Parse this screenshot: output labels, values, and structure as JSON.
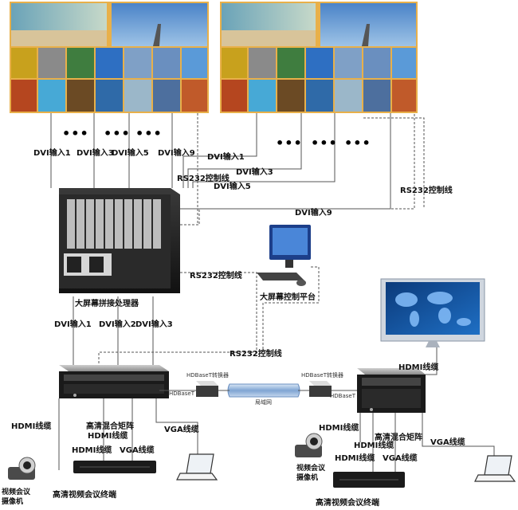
{
  "wall": {
    "dots": "•••"
  },
  "labels": {
    "dvi_in_1_top": "DVI输入1",
    "dvi_in_3_top": "DVI输入3",
    "dvi_in_5_top": "DVI输入5",
    "dvi_in_9_top": "DVI输入9",
    "dvi_in_1_right": "DVI输入1",
    "rs232_proc": "RS232控制线",
    "dvi_in_3_right": "DVI输入3",
    "dvi_in_5_right": "DVI输入5",
    "rs232_right": "RS232控制线",
    "dvi_in_9_right": "DVI输入9",
    "rs232_pc": "RS232控制线",
    "processor": "大屏幕拼接处理器",
    "control_platform": "大屏幕控制平台",
    "dvi_in_1_bottom": "DVI输入1",
    "dvi_in_2_bottom": "DVI输入2",
    "dvi_in_3_bottom": "DVI输入3",
    "rs232_matrix": "RS232控制线",
    "hdmi_cable_monitor": "HDMI线缆",
    "hdbaset_converter_left": "HDBaseT转换器",
    "hdbaset_converter_right": "HDBaseT转换器",
    "hdbaset_left": "HDBaseT",
    "hdbaset_right": "HDBaseT",
    "lan": "局域网",
    "hdmi_cable_left_cam": "HDMI线缆",
    "matrix_left": "高清混合矩阵",
    "hdmi_cable_left_mid": "HDMI线缆",
    "hdmi_cable_left_term": "HDMI线缆",
    "vga_cable_left_mid": "VGA线缆",
    "vga_cable_left_laptop": "VGA线缆",
    "camera_left": "视频会议\n摄像机",
    "terminal_left": "高清视频会议终端",
    "hdmi_cable_right_cam": "HDMI线缆",
    "matrix_right": "高清混合矩阵",
    "hdmi_cable_right_mid": "HDMI线缆",
    "hdmi_cable_right_term": "HDMI线缆",
    "vga_cable_right_mid": "VGA线缆",
    "vga_cable_right_laptop": "VGA线缆",
    "camera_right": "视频会议\n摄像机",
    "terminal_right": "高清视频会议终端"
  }
}
